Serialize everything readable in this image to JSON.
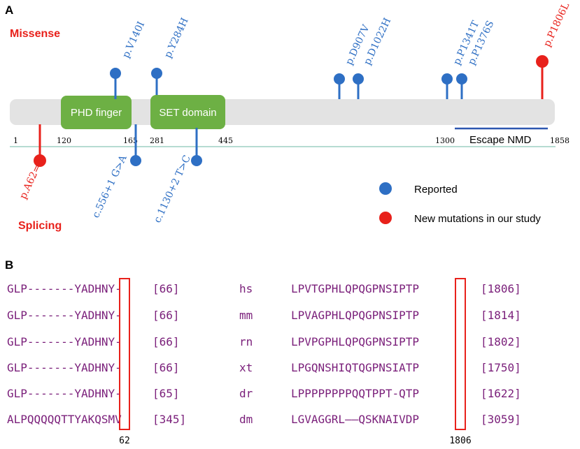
{
  "panels": {
    "a_label": "A",
    "b_label": "B"
  },
  "categories": {
    "missense": "Missense",
    "splicing": "Splicing"
  },
  "protein": {
    "domains": [
      {
        "label": "PHD finger"
      },
      {
        "label": "SET domain"
      }
    ],
    "positions": [
      "1",
      "120",
      "165",
      "281",
      "445",
      "1300",
      "1858"
    ],
    "escape_nmd_label": "Escape NMD"
  },
  "colors": {
    "reported": "#2e6fc4",
    "new": "#e8211b",
    "domain": "#6db044",
    "backbone": "#e3e3e3",
    "sequence": "#7a1f7a"
  },
  "missense": [
    {
      "label": "p.V140I",
      "status": "reported"
    },
    {
      "label": "p.Y284H",
      "status": "reported"
    },
    {
      "label": "p.D907V",
      "status": "reported"
    },
    {
      "label": "p.D1022H",
      "status": "reported"
    },
    {
      "label": "p.P1341T",
      "status": "reported"
    },
    {
      "label": "p.P1376S",
      "status": "reported"
    },
    {
      "label": "p.P1806L",
      "status": "new"
    }
  ],
  "splicing": [
    {
      "label": "p.A62=",
      "status": "new"
    },
    {
      "label": "c.556+1 G>A",
      "status": "reported"
    },
    {
      "label": "c.1130+2 T>C",
      "status": "reported"
    }
  ],
  "legend": [
    {
      "label": "Reported",
      "color_key": "reported"
    },
    {
      "label": "New  mutations in our study",
      "color_key": "new"
    }
  ],
  "alignment": {
    "rows": [
      {
        "left": "GLP-------YADHNY-",
        "left_count": "[66]",
        "species": "hs",
        "right": "LPVTGPHLQPQGPNSIPTP",
        "right_count": "[1806]"
      },
      {
        "left": "GLP-------YADHNY-",
        "left_count": "[66]",
        "species": "mm",
        "right": "LPVAGPHLQPQGPNSIPTP",
        "right_count": "[1814]"
      },
      {
        "left": "GLP-------YADHNY-",
        "left_count": "[66]",
        "species": "rn",
        "right": "LPVPGPHLQPQGPNSIPTP",
        "right_count": "[1802]"
      },
      {
        "left": "GLP-------YADHNY-",
        "left_count": "[66]",
        "species": "xt",
        "right": "LPGQNSHIQTQGPNSIATP",
        "right_count": "[1750]"
      },
      {
        "left": "GLP-------YADHNY-",
        "left_count": "[65]",
        "species": "dr",
        "right": "LPPPPPPPPQQTPPT-QTP",
        "right_count": "[1622]"
      },
      {
        "left": "ALPQQQQQTTYAKQSMV",
        "left_count": "[345]",
        "species": "dm",
        "right": "LGVAGGRL——QSKNAIVDP",
        "right_count": "[3059]"
      }
    ],
    "highlight_left_label": "62",
    "highlight_right_label": "1806"
  }
}
